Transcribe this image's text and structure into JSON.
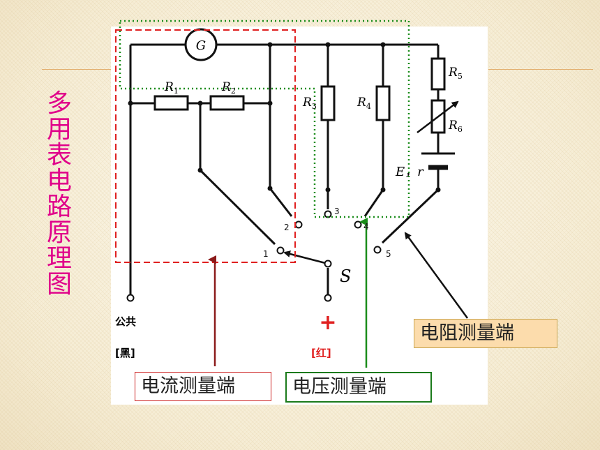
{
  "slide": {
    "title_vertical": "多用表电路原理图",
    "colors": {
      "title": "#e0008a",
      "wire": "#111111",
      "current_box": "#e02020",
      "voltage_box": "#1a8c1a",
      "current_arrow": "#8b1a1a",
      "voltage_arrow": "#1a8c1a",
      "resistance_box_fill": "#fcdcac"
    }
  },
  "circuit": {
    "galvanometer": "G",
    "r1": "R",
    "r1_sub": "1",
    "r2": "R",
    "r2_sub": "2",
    "r3": "R",
    "r3_sub": "3",
    "r4": "R",
    "r4_sub": "4",
    "r5": "R",
    "r5_sub": "5",
    "r6": "R",
    "r6_sub": "6",
    "battery": "E，r",
    "switch": "S",
    "terminal_1": "1",
    "terminal_2": "2",
    "terminal_3": "3",
    "terminal_4": "4",
    "terminal_5": "5",
    "common_label": "公共",
    "common_color": "[黑]",
    "positive_sign": "+",
    "positive_color": "[红]"
  },
  "callouts": {
    "current": "电流测量端",
    "voltage": "电压测量端",
    "resistance": "电阻测量端"
  }
}
